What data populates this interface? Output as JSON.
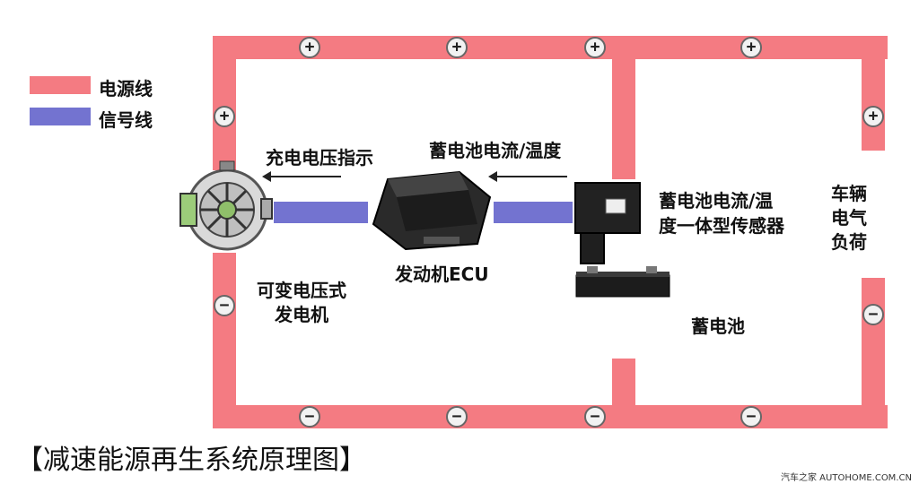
{
  "legend": {
    "power_line_label": "电源线",
    "signal_line_label": "信号线",
    "power_color": "#f47b82",
    "signal_color": "#7373d0"
  },
  "labels": {
    "charge_voltage": "充电电压指示",
    "battery_current_temp": "蓄电池电流/温度",
    "sensor_line1": "蓄电池电流/温",
    "sensor_line2": "度一体型传感器",
    "load_line1": "车辆",
    "load_line2": "电气",
    "load_line3": "负荷",
    "generator_line1": "可变电压式",
    "generator_line2": "发电机",
    "ecu": "发动机ECU",
    "battery": "蓄电池"
  },
  "terminals": {
    "plus": "+",
    "minus": "−"
  },
  "title": "【减速能源再生系统原理图】",
  "watermark": "汽车之家 AUTOHOME.COM.CN"
}
